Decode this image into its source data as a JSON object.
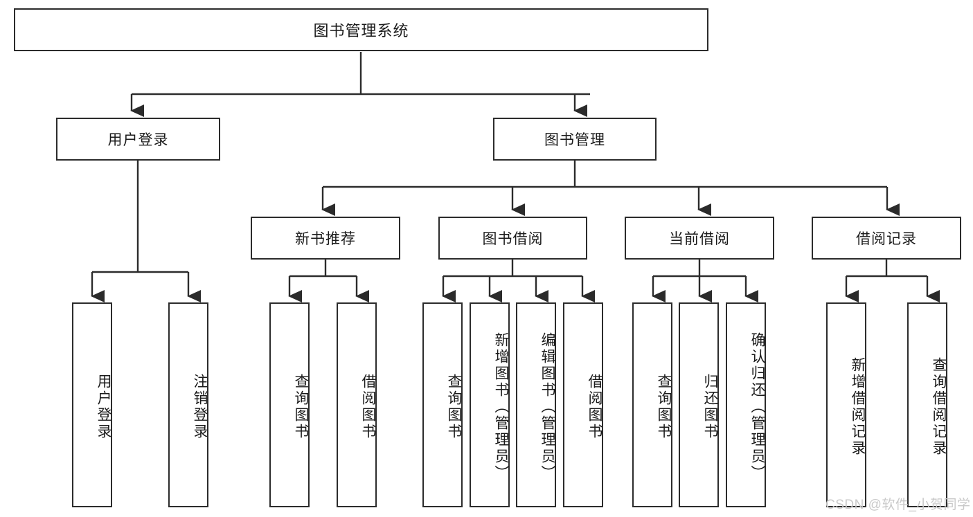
{
  "diagram": {
    "type": "tree",
    "orientation": "top-down",
    "root": {
      "id": "root",
      "label": "图书管理系统"
    },
    "level2": [
      {
        "id": "user-login",
        "label": "用户登录"
      },
      {
        "id": "book-manage",
        "label": "图书管理"
      }
    ],
    "level3": [
      {
        "id": "new-book-rec",
        "label": "新书推荐",
        "parent": "book-manage"
      },
      {
        "id": "book-borrow",
        "label": "图书借阅",
        "parent": "book-manage"
      },
      {
        "id": "current-borrow",
        "label": "当前借阅",
        "parent": "book-manage"
      },
      {
        "id": "borrow-record",
        "label": "借阅记录",
        "parent": "book-manage"
      }
    ],
    "leaves": [
      {
        "id": "leaf-1",
        "label": "用户登录",
        "parent": "user-login"
      },
      {
        "id": "leaf-2",
        "label": "注销登录",
        "parent": "user-login"
      },
      {
        "id": "leaf-3",
        "label": "查询图书",
        "parent": "new-book-rec"
      },
      {
        "id": "leaf-4",
        "label": "借阅图书",
        "parent": "new-book-rec"
      },
      {
        "id": "leaf-5",
        "label": "查询图书",
        "parent": "book-borrow"
      },
      {
        "id": "leaf-6",
        "label": "新增图书（管理员）",
        "parent": "book-borrow"
      },
      {
        "id": "leaf-7",
        "label": "编辑图书（管理员）",
        "parent": "book-borrow"
      },
      {
        "id": "leaf-8",
        "label": "借阅图书",
        "parent": "book-borrow"
      },
      {
        "id": "leaf-9",
        "label": "查询图书",
        "parent": "current-borrow"
      },
      {
        "id": "leaf-10",
        "label": "归还图书",
        "parent": "current-borrow"
      },
      {
        "id": "leaf-11",
        "label": "确认归还（管理员）",
        "parent": "current-borrow"
      },
      {
        "id": "leaf-12",
        "label": "新增借阅记录",
        "parent": "borrow-record"
      },
      {
        "id": "leaf-13",
        "label": "查询借阅记录",
        "parent": "borrow-record"
      }
    ],
    "colors": {
      "stroke": "#2b2b2b",
      "fill": "#ffffff",
      "text": "#1a1a1a",
      "watermark": "#c9c9c9"
    }
  },
  "watermark": {
    "text": "CSDN @软件_小贺同学"
  }
}
